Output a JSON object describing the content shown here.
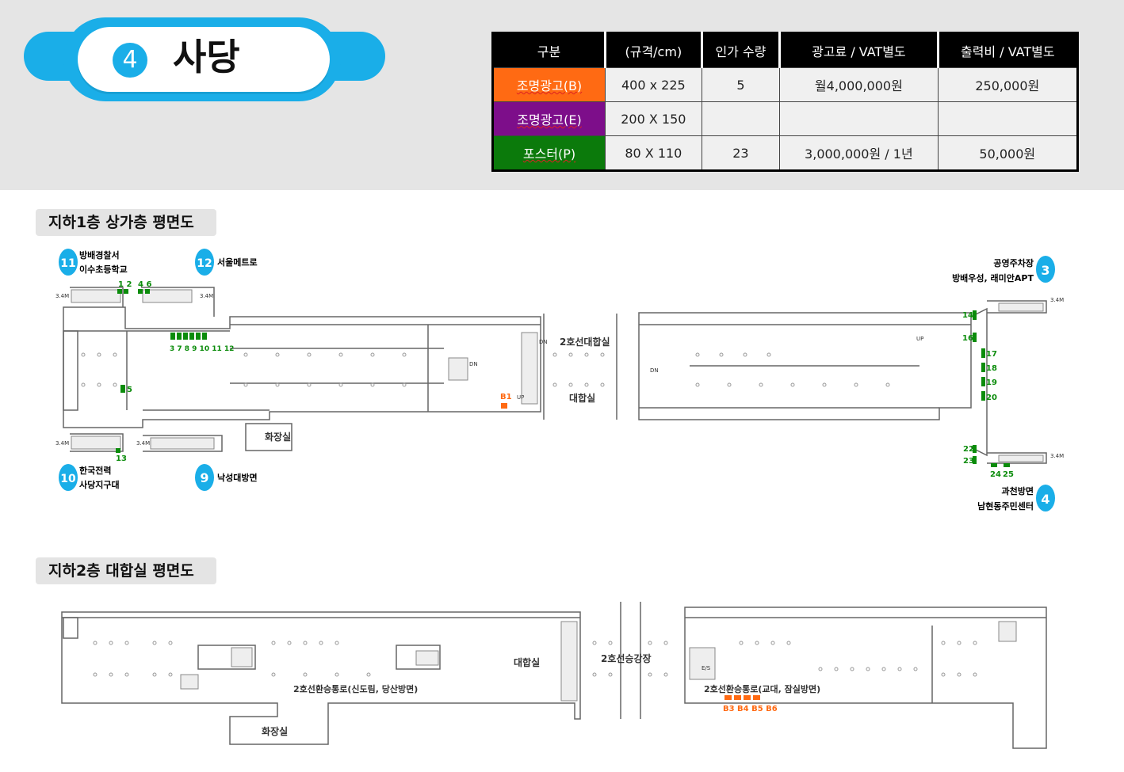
{
  "station": {
    "number": "4",
    "name": "사당"
  },
  "price_table": {
    "headers": [
      "구분",
      "(규격/cm)",
      "인가 수량",
      "광고료 / VAT별도",
      "출력비 / VAT별도"
    ],
    "rows": [
      {
        "type": "조명광고(B)",
        "size": "400 x 225",
        "qty": "5",
        "fee": "월4,000,000원",
        "print": "250,000원",
        "color": "#ff6a13"
      },
      {
        "type": "조명광고(E)",
        "size": "200 X 150",
        "qty": "",
        "fee": "",
        "print": "",
        "color": "#7d0e8a"
      },
      {
        "type": "포스터(P)",
        "size": "80 X 110",
        "qty": "23",
        "fee": "3,000,000원 / 1년",
        "print": "50,000원",
        "color": "#0b7a0b"
      }
    ]
  },
  "floor1": {
    "title": "지하1층 상가층 평면도",
    "exits": {
      "e11": {
        "num": "11",
        "line1": "방배경찰서",
        "line2": "이수초등학교"
      },
      "e12": {
        "num": "12",
        "line1": "서울메트로"
      },
      "e3": {
        "num": "3",
        "line1": "공영주차장",
        "line2": "방배우성, 래미안APT"
      },
      "e10": {
        "num": "10",
        "line1": "한국전력",
        "line2": "사당지구대"
      },
      "e9": {
        "num": "9",
        "line1": "낙성대방면"
      },
      "e4": {
        "num": "4",
        "line1": "과천방면",
        "line2": "남현동주민센터"
      }
    },
    "labels": {
      "concourse_top": "2호선대합실",
      "concourse": "대합실",
      "restroom": "화장실",
      "height": "3.4M",
      "up": "UP",
      "dn": "DN"
    },
    "markers": {
      "m12": "1  2",
      "m46": "4 6",
      "m3_12": "3 7 8 9 10 11 12",
      "m5": "5",
      "m13": "13",
      "m14": "14",
      "m16": "16",
      "m17": "17",
      "m18": "18",
      "m19": "19",
      "m20": "20",
      "m22": "22",
      "m23": "23",
      "m24": "24",
      "m25": "25",
      "b1": "B1"
    }
  },
  "floor2": {
    "title": "지하2층 대합실 평면도",
    "labels": {
      "concourse": "대합실",
      "platform": "2호선승강장",
      "transfer_left": "2호선환승통로(신도림, 당산방면)",
      "transfer_right": "2호선환승통로(교대, 잠실방면)",
      "restroom": "화장실",
      "es": "E/S",
      "b_markers": "B3 B4 B5 B6"
    }
  },
  "colors": {
    "accent": "#1aaee8",
    "orange": "#ff6a13",
    "green": "#0b7a0b",
    "purple": "#7d0e8a"
  }
}
